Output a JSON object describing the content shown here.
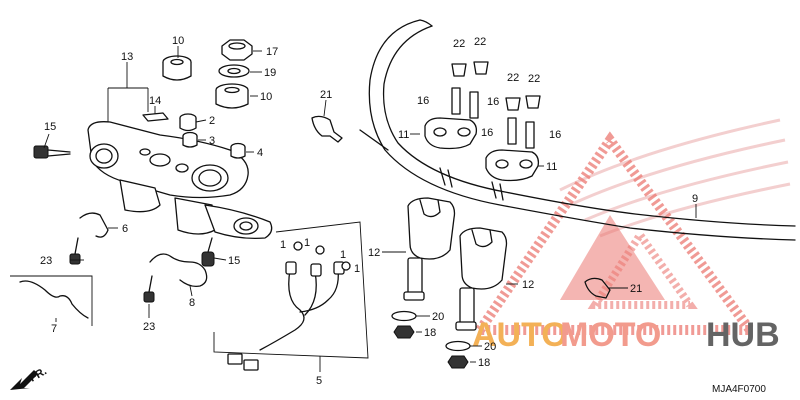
{
  "watermark": {
    "brand_a": "AUTO",
    "brand_b": "MOTO",
    "brand_c": "HUB",
    "color_a": "#f2a43a",
    "color_b": "#f08a7a",
    "color_c": "#4a4a4a",
    "triangle_color": "#e8615a"
  },
  "labels": {
    "p1a": "1",
    "p1b": "1",
    "p1c": "1",
    "p1d": "1",
    "p2": "2",
    "p3": "3",
    "p4": "4",
    "p5": "5",
    "p6": "6",
    "p7": "7",
    "p8": "8",
    "p9": "9",
    "p10a": "10",
    "p10b": "10",
    "p11a": "11",
    "p11b": "11",
    "p12a": "12",
    "p12b": "12",
    "p13": "13",
    "p14": "14",
    "p15a": "15",
    "p15b": "15",
    "p16a": "16",
    "p16b": "16",
    "p16c": "16",
    "p16d": "16",
    "p17": "17",
    "p18a": "18",
    "p18b": "18",
    "p19": "19",
    "p20a": "20",
    "p20b": "20",
    "p21a": "21",
    "p21b": "21",
    "p22a": "22",
    "p22b": "22",
    "p22c": "22",
    "p22d": "22",
    "p23a": "23",
    "p23b": "23"
  },
  "front_indicator": "FR.",
  "diagram_code": "MJA4F0700"
}
